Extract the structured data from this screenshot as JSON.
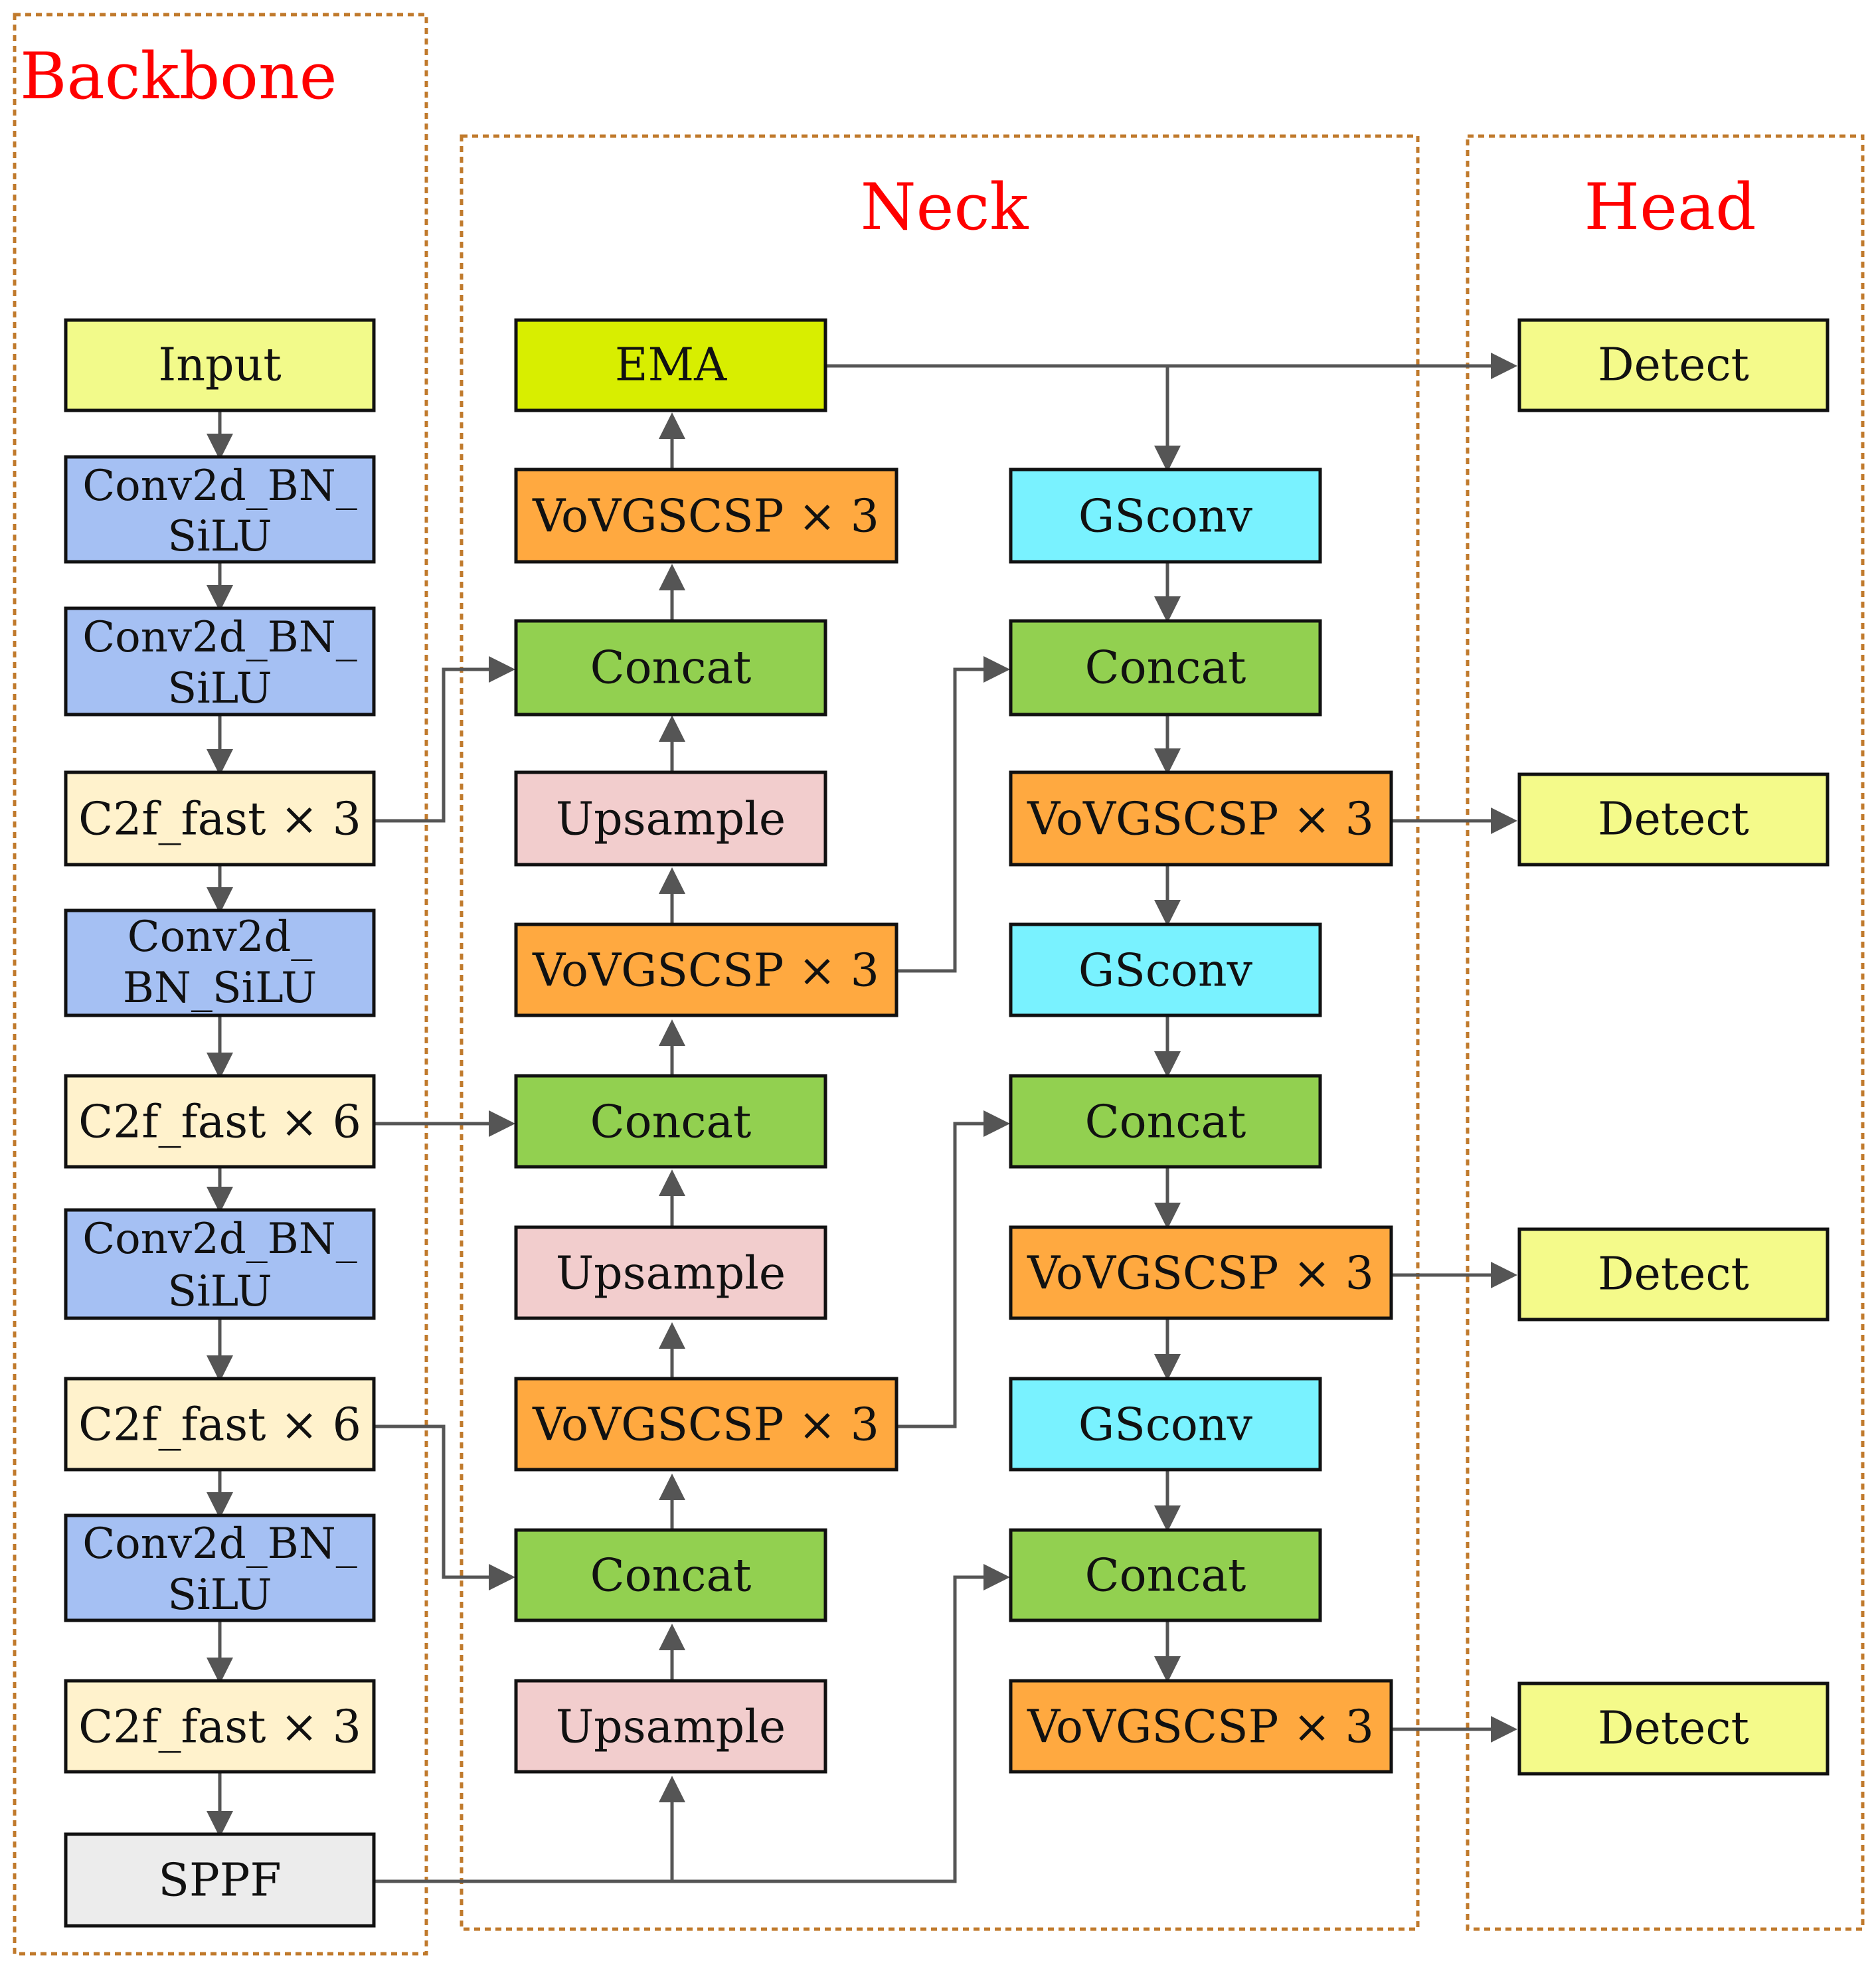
{
  "sections": {
    "backbone": "Backbone",
    "neck": "Neck",
    "head": "Head"
  },
  "colors": {
    "input_yellow": "#f2fa8a",
    "conv_blue": "#a5c0f3",
    "c2f_cream": "#fff2cc",
    "sppf_gray": "#ececec",
    "ema_lime": "#d8ee00",
    "vov_orange": "#ffa940",
    "concat_green": "#92d050",
    "upsample_pink": "#f2cdcd",
    "gsconv_cyan": "#79f2ff",
    "detect_yellow": "#f4fa8a",
    "section_red": "#ff0000",
    "frame_brown": "#c07a2c",
    "arrow_gray": "#555555"
  },
  "backbone": {
    "input": "Input",
    "conv1": [
      "Conv2d_BN_",
      "SiLU"
    ],
    "conv2": [
      "Conv2d_BN_",
      "SiLU"
    ],
    "c2f1": "C2f_fast × 3",
    "conv3": [
      "Conv2d_",
      "BN_SiLU"
    ],
    "c2f2": "C2f_fast × 6",
    "conv4": [
      "Conv2d_BN_",
      "SiLU"
    ],
    "c2f3": "C2f_fast × 6",
    "conv5": [
      "Conv2d_BN_",
      "SiLU"
    ],
    "c2f4": "C2f_fast × 3",
    "sppf": "SPPF"
  },
  "neck_left": {
    "ema": "EMA",
    "vov1": "VoVGSCSP × 3",
    "concat1": "Concat",
    "upsample1": "Upsample",
    "vov2": "VoVGSCSP × 3",
    "concat2": "Concat",
    "upsample2": "Upsample",
    "vov3": "VoVGSCSP × 3",
    "concat3": "Concat",
    "upsample3": "Upsample"
  },
  "neck_right": {
    "gsconv1": "GSconv",
    "concat1": "Concat",
    "vov1": "VoVGSCSP × 3",
    "gsconv2": "GSconv",
    "concat2": "Concat",
    "vov2": "VoVGSCSP × 3",
    "gsconv3": "GSconv",
    "concat3": "Concat",
    "vov3": "VoVGSCSP × 3"
  },
  "head": {
    "detect1": "Detect",
    "detect2": "Detect",
    "detect3": "Detect",
    "detect4": "Detect"
  }
}
